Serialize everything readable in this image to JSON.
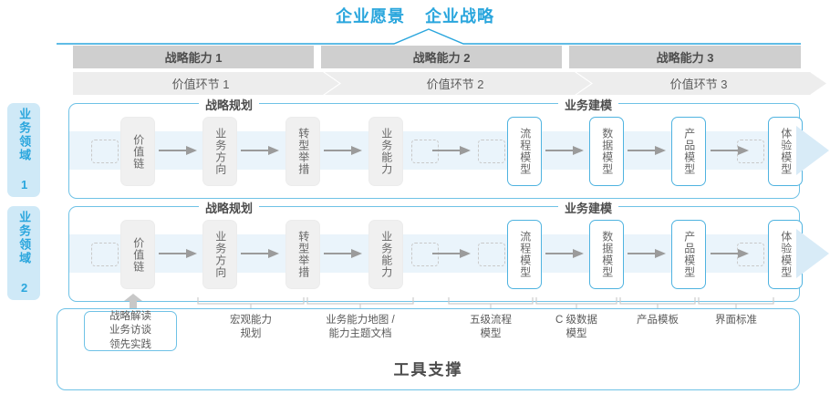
{
  "header": {
    "titles": [
      "企业愿景",
      "企业战略"
    ],
    "accent_color": "#2aa6dd"
  },
  "capability_bars": [
    {
      "label": "战略能力 1"
    },
    {
      "label": "战略能力 2"
    },
    {
      "label": "战略能力 3"
    }
  ],
  "value_link_bars": [
    {
      "label": "价值环节 1"
    },
    {
      "label": "价值环节 2"
    },
    {
      "label": "价值环节 3"
    }
  ],
  "domains": [
    {
      "label": "业务领域 1"
    },
    {
      "label": "业务领域 2"
    }
  ],
  "sections": {
    "left_label": "战略规划",
    "right_label": "业务建模"
  },
  "row1": {
    "steps": [
      {
        "label": "价值链",
        "style": "gray"
      },
      {
        "label": "业务方向",
        "style": "gray"
      },
      {
        "label": "转型举措",
        "style": "gray"
      },
      {
        "label": "业务能力",
        "style": "gray"
      },
      {
        "label": "流程模型",
        "style": "blue"
      },
      {
        "label": "数据模型",
        "style": "blue"
      },
      {
        "label": "产品模型",
        "style": "blue"
      },
      {
        "label": "体验模型",
        "style": "blue"
      }
    ]
  },
  "row2": {
    "steps": [
      {
        "label": "价值链",
        "style": "gray"
      },
      {
        "label": "业务方向",
        "style": "gray"
      },
      {
        "label": "转型举措",
        "style": "gray"
      },
      {
        "label": "业务能力",
        "style": "gray"
      },
      {
        "label": "流程模型",
        "style": "blue"
      },
      {
        "label": "数据模型",
        "style": "blue"
      },
      {
        "label": "产品模型",
        "style": "blue"
      },
      {
        "label": "体验模型",
        "style": "blue"
      }
    ]
  },
  "tool_support": {
    "title": "工具支撑",
    "pill": "战略解读\n业务访谈\n领先实践",
    "items": [
      {
        "label": "宏观能力\n规划"
      },
      {
        "label": "业务能力地图 /\n能力主题文档"
      },
      {
        "label": "五级流程\n模型"
      },
      {
        "label": "C 级数据\n模型"
      },
      {
        "label": "产品模板"
      },
      {
        "label": "界面标准"
      }
    ]
  },
  "colors": {
    "blue": "#2aa6dd",
    "blue_border": "#6fc2e6",
    "band": "#eaf4fb",
    "bar_dark": "#cfcfcf",
    "bar_light": "#ededed",
    "text": "#595959"
  }
}
